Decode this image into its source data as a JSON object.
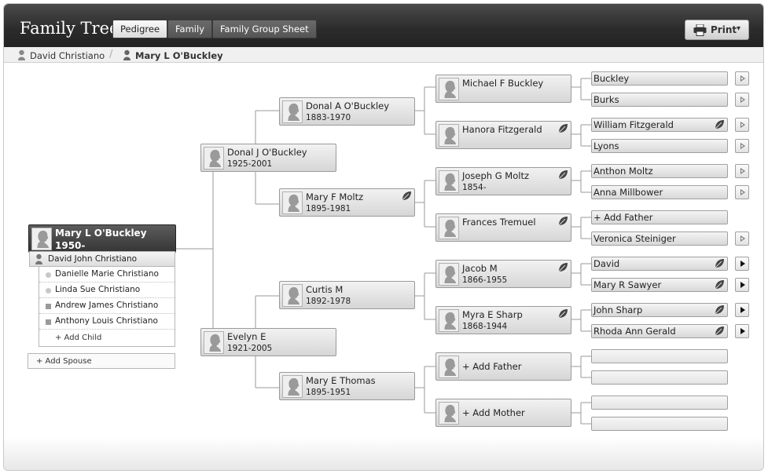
{
  "header": {
    "title": "Family Tree",
    "tabs": [
      {
        "label": "Pedigree",
        "active": true
      },
      {
        "label": "Family",
        "active": false
      },
      {
        "label": "Family Group Sheet",
        "active": false
      }
    ],
    "print_label": "Print",
    "print_caret": "▾"
  },
  "breadcrumb": {
    "items": [
      "David Christiano",
      "Mary L O'Buckley"
    ],
    "separator": "/"
  },
  "root_person": {
    "name": "Mary L O'Buckley",
    "dates": "1950-"
  },
  "family": {
    "spouse": "David John Christiano",
    "children": [
      {
        "name": "Danielle Marie Christiano",
        "gender": "female"
      },
      {
        "name": "Linda Sue Christiano",
        "gender": "female"
      },
      {
        "name": "Andrew James Christiano",
        "gender": "male"
      },
      {
        "name": "Anthony Louis Christiano",
        "gender": "male"
      }
    ],
    "add_child_label": "+ Add Child",
    "add_spouse_label": "+ Add Spouse"
  },
  "ancestors": {
    "father": {
      "name": "Donal J O'Buckley",
      "dates": "1925-2001"
    },
    "mother": {
      "name": "Evelyn E",
      "dates": "1921-2005"
    },
    "paternal_grandfather": {
      "name": "Donal A O'Buckley",
      "dates": "1883-1970"
    },
    "paternal_grandmother": {
      "name": "Mary F Moltz",
      "dates": "1895-1981",
      "hint": true
    },
    "maternal_grandfather": {
      "name": "Curtis M",
      "dates": "1892-1978"
    },
    "maternal_grandmother": {
      "name": "Mary E Thomas",
      "dates": "1895-1951"
    },
    "great_grandparents": [
      {
        "name": "Michael F Buckley",
        "dates": "",
        "hint": false
      },
      {
        "name": "Hanora Fitzgerald",
        "dates": "",
        "hint": true
      },
      {
        "name": "Joseph G Moltz",
        "dates": "1854-",
        "hint": true
      },
      {
        "name": "Frances Tremuel",
        "dates": "",
        "hint": true
      },
      {
        "name": "Jacob M",
        "dates": "1866-1955",
        "hint": true
      },
      {
        "name": "Myra E Sharp",
        "dates": "1868-1944",
        "hint": true
      },
      {
        "name": "+ Add Father",
        "dates": "",
        "hint": false
      },
      {
        "name": "+ Add Mother",
        "dates": "",
        "hint": false
      }
    ],
    "second_great_grandparents": [
      {
        "name": "Buckley",
        "hint": false,
        "arrow": "hollow"
      },
      {
        "name": "Burks",
        "hint": false,
        "arrow": "hollow"
      },
      {
        "name": "William Fitzgerald",
        "hint": true,
        "arrow": "hollow"
      },
      {
        "name": "Lyons",
        "hint": false,
        "arrow": "hollow"
      },
      {
        "name": "Anthon Moltz",
        "hint": false,
        "arrow": "hollow"
      },
      {
        "name": "Anna Millbower",
        "hint": false,
        "arrow": "hollow"
      },
      {
        "name": "+ Add Father",
        "hint": false,
        "arrow": "none"
      },
      {
        "name": "Veronica Steiniger",
        "hint": false,
        "arrow": "hollow"
      },
      {
        "name": "David",
        "hint": true,
        "arrow": "solid"
      },
      {
        "name": "Mary R Sawyer",
        "hint": true,
        "arrow": "solid"
      },
      {
        "name": "John Sharp",
        "hint": true,
        "arrow": "solid"
      },
      {
        "name": "Rhoda Ann Gerald",
        "hint": true,
        "arrow": "solid"
      },
      {
        "name": "",
        "hint": false,
        "arrow": "none"
      },
      {
        "name": "",
        "hint": false,
        "arrow": "none"
      },
      {
        "name": "",
        "hint": false,
        "arrow": "none"
      },
      {
        "name": "",
        "hint": false,
        "arrow": "none"
      }
    ]
  },
  "colors": {
    "header_bg": "#2b2b2b",
    "root_box_bg": "#404040",
    "box_bg": "#e0e0e0",
    "line_color": "#9a9a9a"
  },
  "icons": {
    "print": "printer-icon",
    "person": "person-silhouette-icon",
    "hint": "leaf-hint-icon",
    "expand": "chevron-right-icon"
  }
}
